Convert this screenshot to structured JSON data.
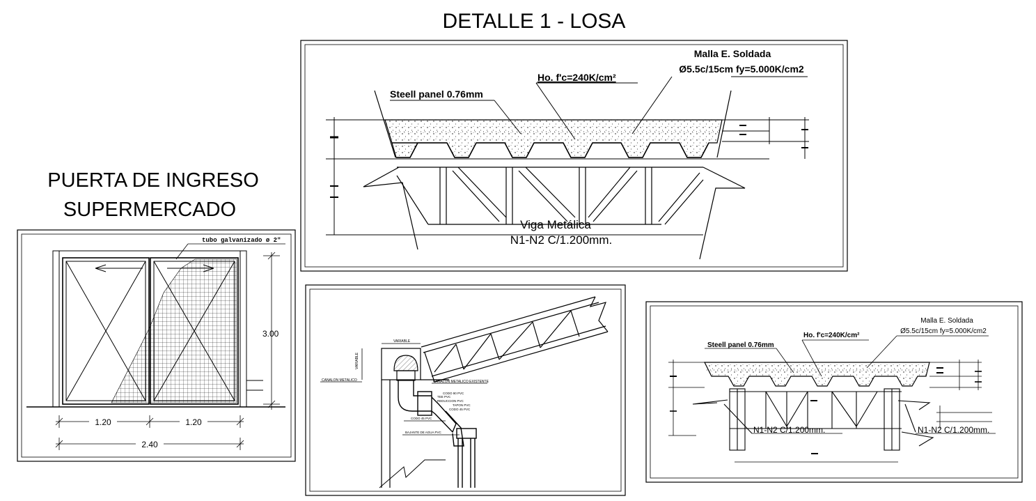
{
  "drawing": {
    "detail_title": "DETALLE 1 - LOSA",
    "door_title_line1": "PUERTA DE INGRESO",
    "door_title_line2": "SUPERMERCADO"
  },
  "slab_detail": {
    "mesh_label_line1": "Malla E. Soldada",
    "mesh_label_line2": "Ø5.5c/15cm fy=5.000K/cm2",
    "concrete_label": "Ho. f'c=240K/cm²",
    "panel_label": "Steell panel 0.76mm",
    "beam_label_line1": "Viga Metálica",
    "beam_label_line2": "N1-N2 C/1.200mm."
  },
  "door_elevation": {
    "pipe_label": "tubo galvanizado ø 2\"",
    "height_dim": "3.00",
    "width_left": "1.20",
    "width_right": "1.20",
    "width_total": "2.40"
  },
  "gutter_detail": {
    "variable_top": "VARIABLE",
    "variable_side": "VARIABLE",
    "gutter_left": "CANALON METALICO",
    "gutter_right": "CANALON METALICO EXISTENTE",
    "note_a": "CODO 90 PVC",
    "note_b": "TEE PVC",
    "note_c": "REDUCCION PVC",
    "note_d": "TAPON PVC",
    "note_e": "CODO 45 PVC",
    "note_f": "CODO 45 PVC",
    "downpipe_label": "BAJANTE DE AGUA PVC"
  },
  "slab_detail_small": {
    "mesh_label_line1": "Malla E. Soldada",
    "mesh_label_line2": "Ø5.5c/15cm fy=5.000K/cm2",
    "concrete_label": "Ho. f'c=240K/cm²",
    "panel_label": "Steell panel 0.76mm",
    "beam_left_label": "N1-N2 C/1.200mm.",
    "beam_right_label": "N1-N2 C/1.200mm."
  }
}
